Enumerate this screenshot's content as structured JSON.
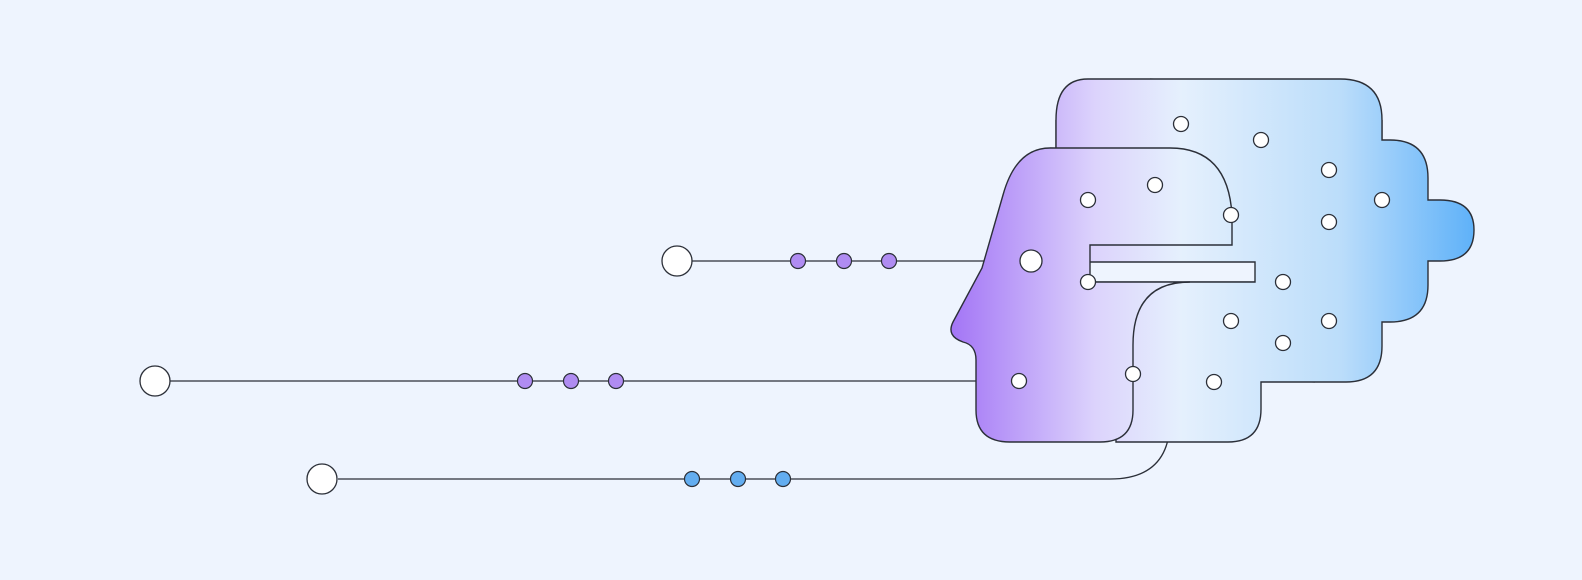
{
  "colors": {
    "background": "#EEF4FE",
    "stroke": "#2B2F38",
    "node_fill": "#FFFFFF",
    "purple": "#9F6EF5",
    "lavender": "#DCD3FC",
    "pale_blue": "#E5F0FD",
    "light_blue": "#BBDDFA",
    "blue": "#5EB1F9",
    "dot_purple": "#B08CF2",
    "dot_blue": "#63ADF0"
  },
  "illustration": {
    "subject": "circuit-head",
    "icon": "ai-brain-circuit-icon",
    "signal_lines": [
      {
        "name": "upper",
        "dot_color": "purple",
        "dot_count": 3
      },
      {
        "name": "middle",
        "dot_color": "purple",
        "dot_count": 3
      },
      {
        "name": "lower",
        "dot_color": "blue",
        "dot_count": 3
      }
    ]
  }
}
